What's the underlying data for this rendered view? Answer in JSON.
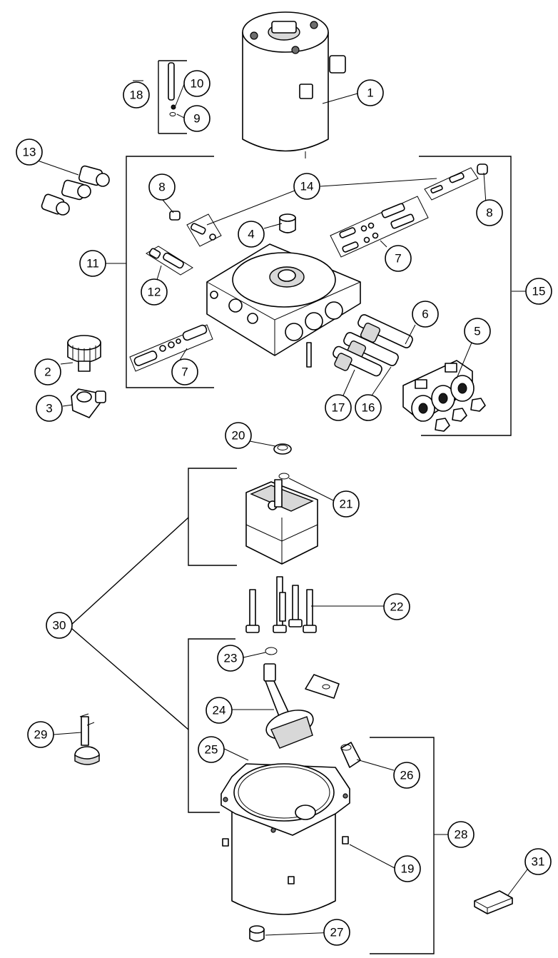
{
  "callouts": {
    "c1": "1",
    "c2": "2",
    "c3": "3",
    "c4": "4",
    "c5": "5",
    "c6": "6",
    "c7a": "7",
    "c7b": "7",
    "c8a": "8",
    "c8b": "8",
    "c9": "9",
    "c10": "10",
    "c11": "11",
    "c12": "12",
    "c13": "13",
    "c14": "14",
    "c15": "15",
    "c16": "16",
    "c17": "17",
    "c18": "18",
    "c19": "19",
    "c20": "20",
    "c21": "21",
    "c22": "22",
    "c23": "23",
    "c24": "24",
    "c25": "25",
    "c26": "26",
    "c27": "27",
    "c28": "28",
    "c29": "29",
    "c30": "30",
    "c31": "31"
  }
}
